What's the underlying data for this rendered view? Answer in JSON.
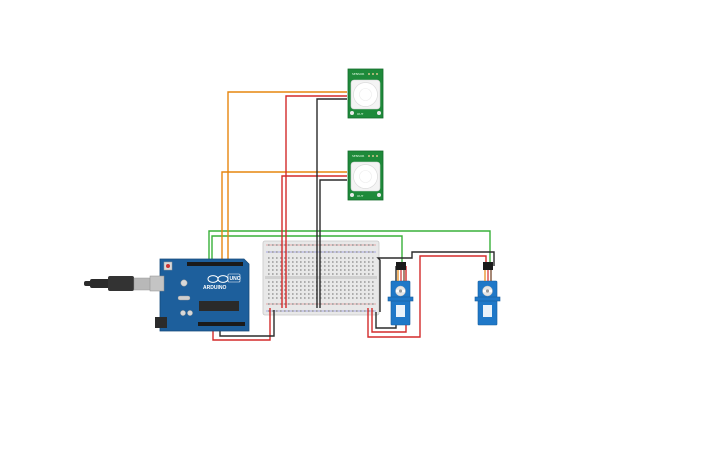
{
  "board": {
    "brand_text": "ARDUINO",
    "model_text": "UNO",
    "usb_cable_color": "#2b2b2b",
    "board_color": "#1d5f9c"
  },
  "pir_sensors": [
    {
      "label_top": "SENSOR",
      "label_bottom": "OUT"
    },
    {
      "label_top": "SENSOR",
      "label_bottom": "OUT"
    }
  ],
  "servos": [
    {
      "color": "#1f78c8"
    },
    {
      "color": "#1f78c8"
    }
  ],
  "wire_colors": {
    "signal": "#e6860f",
    "power": "#d32a2a",
    "ground": "#2b2b2b",
    "servo_signal": "#38b03a"
  }
}
